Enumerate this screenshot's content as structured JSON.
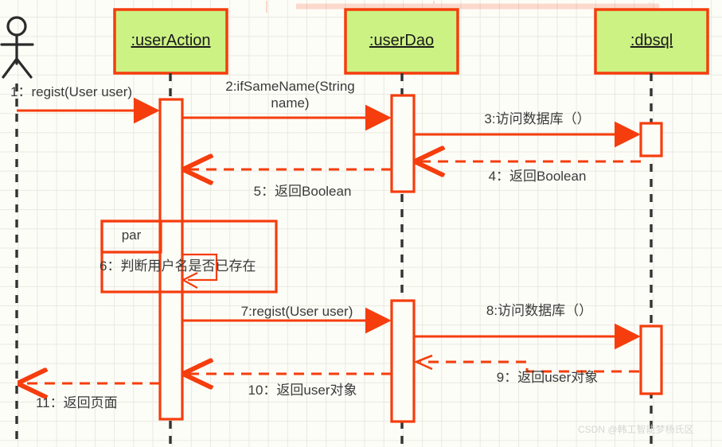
{
  "diagram": {
    "kind": "uml-sequence-diagram",
    "colors": {
      "accent": "#f53d0d",
      "lifeline_box_fill": "#ccf284",
      "lifeline_box_stroke": "#f53d0d",
      "lifeline_dash": "#333333",
      "background": "#fdfdf7",
      "grid": "#e9e9e2",
      "text": "#3a3a3a",
      "watermark": "#cfcfcf"
    },
    "actor": {
      "name": "actor-stick-figure",
      "label": ""
    },
    "participants": [
      {
        "id": "useraction",
        "label": ":userAction"
      },
      {
        "id": "userdao",
        "label": ":userDao"
      },
      {
        "id": "dbsql",
        "label": ":dbsql"
      }
    ],
    "messages": [
      {
        "seq": "1",
        "text": "1：regist(User user)",
        "kind": "call",
        "from": "actor",
        "to": "useraction"
      },
      {
        "seq": "2",
        "text": "2:ifSameName(String",
        "text2": "name)",
        "kind": "call",
        "from": "useraction",
        "to": "userdao"
      },
      {
        "seq": "3",
        "text": "3:访问数据库（）",
        "kind": "call",
        "from": "userdao",
        "to": "dbsql"
      },
      {
        "seq": "4",
        "text": "4：返回Boolean",
        "kind": "return",
        "from": "dbsql",
        "to": "userdao"
      },
      {
        "seq": "5",
        "text": "5：返回Boolean",
        "kind": "return",
        "from": "userdao",
        "to": "useraction"
      },
      {
        "seq": "6",
        "text": "6：判断用户名是否已存在",
        "kind": "self",
        "from": "useraction",
        "to": "useraction"
      },
      {
        "seq": "7",
        "text": "7:regist(User user)",
        "kind": "call",
        "from": "useraction",
        "to": "userdao"
      },
      {
        "seq": "8",
        "text": "8:访问数据库（）",
        "kind": "call",
        "from": "userdao",
        "to": "dbsql"
      },
      {
        "seq": "9",
        "text": "9：返回user对象",
        "kind": "return",
        "from": "dbsql",
        "to": "userdao"
      },
      {
        "seq": "10",
        "text": "10：返回user对象",
        "kind": "return",
        "from": "userdao",
        "to": "useraction"
      },
      {
        "seq": "11",
        "text": "11：返回页面",
        "kind": "return",
        "from": "useraction",
        "to": "actor"
      }
    ],
    "fragment": {
      "operator": "par",
      "body_label": "6：判断用户名是否已存在"
    },
    "watermark": "CSDN @韩工智能梦杨氏区"
  }
}
